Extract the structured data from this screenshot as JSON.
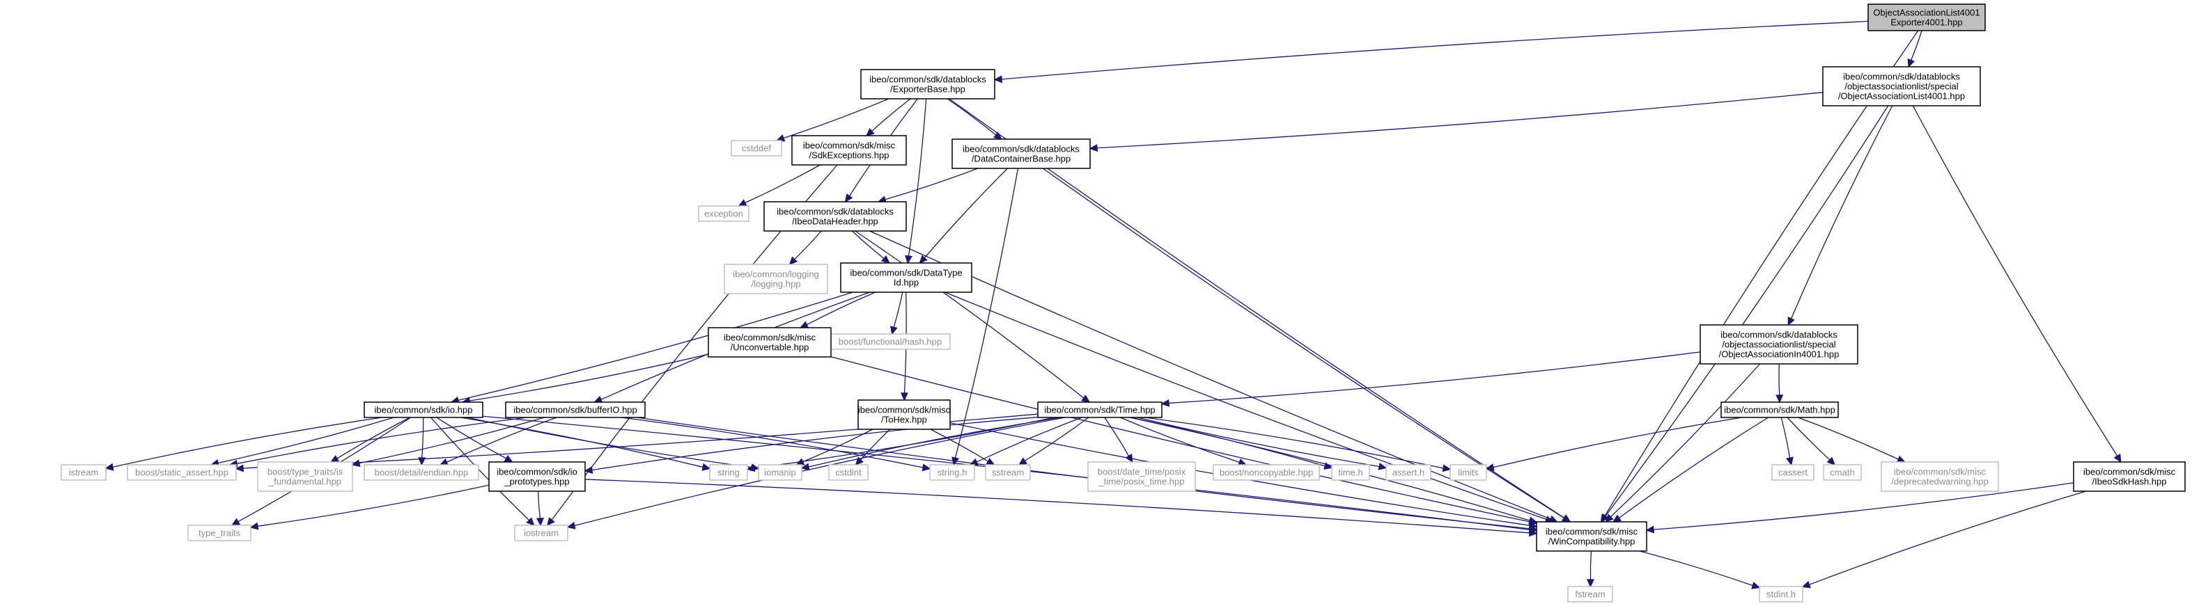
{
  "graph": {
    "colors": {
      "edge": "#191970",
      "root_fill": "#bfbfbf",
      "external_border": "#bfbfbf",
      "external_text": "#8c8c8c"
    },
    "nodes": [
      {
        "id": "root",
        "kind": "root",
        "lines": [
          "ObjectAssociationList4001",
          "Exporter4001.hpp"
        ]
      },
      {
        "id": "exporterbase",
        "kind": "internal",
        "lines": [
          "ibeo/common/sdk/datablocks",
          "/ExporterBase.hpp"
        ]
      },
      {
        "id": "oal4001",
        "kind": "internal",
        "lines": [
          "ibeo/common/sdk/datablocks",
          "/objectassociationlist/special",
          "/ObjectAssociationList4001.hpp"
        ]
      },
      {
        "id": "cstddef",
        "kind": "external",
        "lines": [
          "cstddef"
        ]
      },
      {
        "id": "sdkexceptions",
        "kind": "internal",
        "lines": [
          "ibeo/common/sdk/misc",
          "/SdkExceptions.hpp"
        ]
      },
      {
        "id": "datacontainerbase",
        "kind": "internal",
        "lines": [
          "ibeo/common/sdk/datablocks",
          "/DataContainerBase.hpp"
        ]
      },
      {
        "id": "exception",
        "kind": "external",
        "lines": [
          "exception"
        ]
      },
      {
        "id": "ibeodataheader",
        "kind": "internal",
        "lines": [
          "ibeo/common/sdk/datablocks",
          "/IbeoDataHeader.hpp"
        ]
      },
      {
        "id": "logging",
        "kind": "external",
        "lines": [
          "ibeo/common/logging",
          "/logging.hpp"
        ]
      },
      {
        "id": "datatypeid",
        "kind": "internal",
        "lines": [
          "ibeo/common/sdk/DataType",
          "Id.hpp"
        ]
      },
      {
        "id": "boosthash",
        "kind": "external",
        "lines": [
          "boost/functional/hash.hpp"
        ]
      },
      {
        "id": "unconvertable",
        "kind": "internal",
        "lines": [
          "ibeo/common/sdk/misc",
          "/Unconvertable.hpp"
        ]
      },
      {
        "id": "oa4001",
        "kind": "internal",
        "lines": [
          "ibeo/common/sdk/datablocks",
          "/objectassociationlist/special",
          "/ObjectAssociationIn4001.hpp"
        ]
      },
      {
        "id": "io",
        "kind": "internal",
        "lines": [
          "ibeo/common/sdk/io.hpp"
        ]
      },
      {
        "id": "bufferio",
        "kind": "internal",
        "lines": [
          "ibeo/common/sdk/bufferIO.hpp"
        ]
      },
      {
        "id": "tohex",
        "kind": "internal",
        "lines": [
          "ibeo/common/sdk/misc",
          "/ToHex.hpp"
        ]
      },
      {
        "id": "time",
        "kind": "internal",
        "lines": [
          "ibeo/common/sdk/Time.hpp"
        ]
      },
      {
        "id": "math",
        "kind": "internal",
        "lines": [
          "ibeo/common/sdk/Math.hpp"
        ]
      },
      {
        "id": "istream",
        "kind": "external",
        "lines": [
          "istream"
        ]
      },
      {
        "id": "staticassert",
        "kind": "external",
        "lines": [
          "boost/static_assert.hpp"
        ]
      },
      {
        "id": "istypefund",
        "kind": "external",
        "lines": [
          "boost/type_traits/is",
          "_fundamental.hpp"
        ]
      },
      {
        "id": "endian",
        "kind": "external",
        "lines": [
          "boost/detail/endian.hpp"
        ]
      },
      {
        "id": "ioprototypes",
        "kind": "internal",
        "lines": [
          "ibeo/common/sdk/io",
          "_prototypes.hpp"
        ]
      },
      {
        "id": "string",
        "kind": "external",
        "lines": [
          "string"
        ]
      },
      {
        "id": "iomanip",
        "kind": "external",
        "lines": [
          "iomanip"
        ]
      },
      {
        "id": "cstdint",
        "kind": "external",
        "lines": [
          "cstdint"
        ]
      },
      {
        "id": "stringh",
        "kind": "external",
        "lines": [
          "string.h"
        ]
      },
      {
        "id": "sstream",
        "kind": "external",
        "lines": [
          "sstream"
        ]
      },
      {
        "id": "posixtime",
        "kind": "external",
        "lines": [
          "boost/date_time/posix",
          "_time/posix_time.hpp"
        ]
      },
      {
        "id": "noncopyable",
        "kind": "external",
        "lines": [
          "boost/noncopyable.hpp"
        ]
      },
      {
        "id": "timeh",
        "kind": "external",
        "lines": [
          "time.h"
        ]
      },
      {
        "id": "asserth",
        "kind": "external",
        "lines": [
          "assert.h"
        ]
      },
      {
        "id": "limits",
        "kind": "external",
        "lines": [
          "limits"
        ]
      },
      {
        "id": "cassert",
        "kind": "external",
        "lines": [
          "cassert"
        ]
      },
      {
        "id": "cmath",
        "kind": "external",
        "lines": [
          "cmath"
        ]
      },
      {
        "id": "deprecated",
        "kind": "external",
        "lines": [
          "ibeo/common/sdk/misc",
          "/deprecatedwarning.hpp"
        ]
      },
      {
        "id": "ibeosdkhash",
        "kind": "internal",
        "lines": [
          "ibeo/common/sdk/misc",
          "/IbeoSdkHash.hpp"
        ]
      },
      {
        "id": "typetraits",
        "kind": "external",
        "lines": [
          "type_traits"
        ]
      },
      {
        "id": "iostream",
        "kind": "external",
        "lines": [
          "iostream"
        ]
      },
      {
        "id": "wincompat",
        "kind": "internal",
        "lines": [
          "ibeo/common/sdk/misc",
          "/WinCompatibility.hpp"
        ]
      },
      {
        "id": "fstream",
        "kind": "external",
        "lines": [
          "fstream"
        ]
      },
      {
        "id": "stdinth",
        "kind": "external",
        "lines": [
          "stdint.h"
        ]
      }
    ],
    "edges": [
      [
        "root",
        "exporterbase"
      ],
      [
        "root",
        "oal4001"
      ],
      [
        "root",
        "wincompat"
      ],
      [
        "exporterbase",
        "cstddef"
      ],
      [
        "exporterbase",
        "sdkexceptions"
      ],
      [
        "exporterbase",
        "datacontainerbase"
      ],
      [
        "exporterbase",
        "ibeodataheader"
      ],
      [
        "exporterbase",
        "datatypeid"
      ],
      [
        "exporterbase",
        "wincompat"
      ],
      [
        "oal4001",
        "datacontainerbase"
      ],
      [
        "oal4001",
        "oa4001"
      ],
      [
        "oal4001",
        "wincompat"
      ],
      [
        "oal4001",
        "ibeosdkhash"
      ],
      [
        "sdkexceptions",
        "exception"
      ],
      [
        "sdkexceptions",
        "iostream"
      ],
      [
        "datacontainerbase",
        "ibeodataheader"
      ],
      [
        "datacontainerbase",
        "datatypeid"
      ],
      [
        "datacontainerbase",
        "stringh"
      ],
      [
        "datacontainerbase",
        "wincompat"
      ],
      [
        "ibeodataheader",
        "logging"
      ],
      [
        "ibeodataheader",
        "datatypeid"
      ],
      [
        "ibeodataheader",
        "time"
      ],
      [
        "ibeodataheader",
        "wincompat"
      ],
      [
        "datatypeid",
        "boosthash"
      ],
      [
        "datatypeid",
        "unconvertable"
      ],
      [
        "datatypeid",
        "io"
      ],
      [
        "datatypeid",
        "bufferio"
      ],
      [
        "datatypeid",
        "tohex"
      ],
      [
        "datatypeid",
        "wincompat"
      ],
      [
        "unconvertable",
        "io"
      ],
      [
        "unconvertable",
        "wincompat"
      ],
      [
        "oa4001",
        "time"
      ],
      [
        "oa4001",
        "math"
      ],
      [
        "oa4001",
        "wincompat"
      ],
      [
        "io",
        "istream"
      ],
      [
        "io",
        "staticassert"
      ],
      [
        "io",
        "istypefund"
      ],
      [
        "io",
        "endian"
      ],
      [
        "io",
        "ioprototypes"
      ],
      [
        "io",
        "string"
      ],
      [
        "io",
        "iomanip"
      ],
      [
        "io",
        "typetraits"
      ],
      [
        "io",
        "iostream"
      ],
      [
        "io",
        "wincompat"
      ],
      [
        "bufferio",
        "staticassert"
      ],
      [
        "bufferio",
        "istypefund"
      ],
      [
        "bufferio",
        "endian"
      ],
      [
        "bufferio",
        "stringh"
      ],
      [
        "bufferio",
        "wincompat"
      ],
      [
        "tohex",
        "iomanip"
      ],
      [
        "tohex",
        "cstdint"
      ],
      [
        "tohex",
        "sstream"
      ],
      [
        "tohex",
        "wincompat"
      ],
      [
        "time",
        "posixtime"
      ],
      [
        "time",
        "noncopyable"
      ],
      [
        "time",
        "timeh"
      ],
      [
        "time",
        "asserth"
      ],
      [
        "time",
        "limits"
      ],
      [
        "time",
        "stringh"
      ],
      [
        "time",
        "sstream"
      ],
      [
        "time",
        "iomanip"
      ],
      [
        "time",
        "string"
      ],
      [
        "time",
        "ioprototypes"
      ],
      [
        "time",
        "staticassert"
      ],
      [
        "time",
        "iostream"
      ],
      [
        "time",
        "wincompat"
      ],
      [
        "math",
        "limits"
      ],
      [
        "math",
        "cassert"
      ],
      [
        "math",
        "cmath"
      ],
      [
        "math",
        "deprecated"
      ],
      [
        "math",
        "wincompat"
      ],
      [
        "ibeosdkhash",
        "wincompat"
      ],
      [
        "ibeosdkhash",
        "stdinth"
      ],
      [
        "ioprototypes",
        "typetraits"
      ],
      [
        "ioprototypes",
        "iostream"
      ],
      [
        "ioprototypes",
        "wincompat"
      ],
      [
        "wincompat",
        "fstream"
      ],
      [
        "wincompat",
        "stdinth"
      ]
    ]
  }
}
